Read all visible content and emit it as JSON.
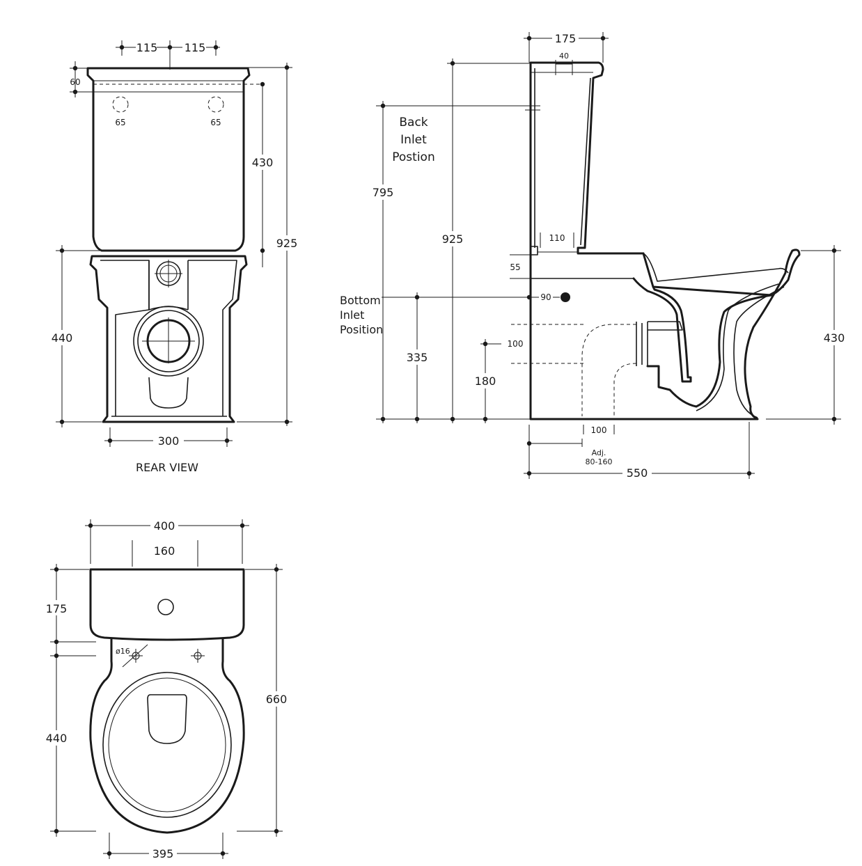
{
  "colors": {
    "ink": "#1a1a1a",
    "background": "#ffffff"
  },
  "rear_view": {
    "label": "REAR VIEW",
    "dim_top_left": "115",
    "dim_top_right": "115",
    "dim_rim": "60",
    "hole_left": "65",
    "hole_right": "65",
    "dim_cistern": "430",
    "dim_total": "925",
    "dim_pan": "440",
    "dim_base": "300"
  },
  "side_view": {
    "dim_top": "175",
    "dim_top_inner": "40",
    "back_inlet_label": [
      "Back",
      "Inlet",
      "Postion"
    ],
    "bottom_inlet_label": [
      "Bottom",
      "Inlet",
      "Position"
    ],
    "dim_back_inlet": "795",
    "dim_total": "925",
    "dim_cistern_base": "110",
    "dim_gap": "55",
    "dim_inlet_offset": "90",
    "dim_bottom_inlet": "335",
    "dim_outlet_dia": "100",
    "dim_outlet_height": "180",
    "dim_floor_outlet": "100",
    "adj_label": "Adj.",
    "adj_range": "80-160",
    "dim_length": "550",
    "dim_pan_height": "430"
  },
  "plan_view": {
    "dim_width": "400",
    "dim_holes": "160",
    "dim_cistern_depth": "175",
    "dim_fix_hole": "ø16",
    "dim_pan_depth": "440",
    "dim_total_depth": "660",
    "dim_pan_width": "395"
  }
}
